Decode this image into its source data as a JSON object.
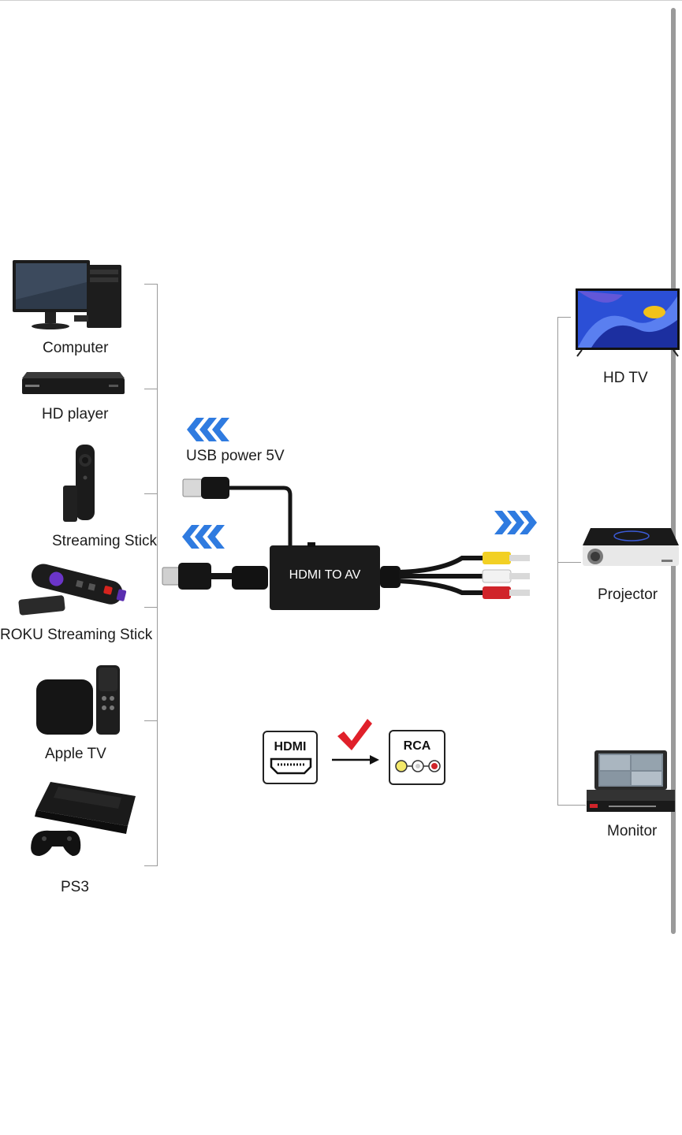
{
  "sources": [
    {
      "label": "Computer",
      "icon": "computer-icon"
    },
    {
      "label": "HD player",
      "icon": "dvd-player-icon"
    },
    {
      "label": "Streaming Stick",
      "icon": "fire-stick-icon"
    },
    {
      "label": "ROKU Streaming Stick",
      "icon": "roku-stick-icon"
    },
    {
      "label": "Apple TV",
      "icon": "apple-tv-icon"
    },
    {
      "label": "PS3",
      "icon": "ps3-icon"
    }
  ],
  "outputs": [
    {
      "label": "HD TV",
      "icon": "tv-icon"
    },
    {
      "label": "Projector",
      "icon": "projector-icon"
    },
    {
      "label": "Monitor",
      "icon": "monitor-icon"
    }
  ],
  "converter": {
    "label": "HDMI TO AV",
    "usb_label": "USB power 5V"
  },
  "conversion": {
    "from": "HDMI",
    "to": "RCA"
  },
  "colors": {
    "arrow_blue": "#2f7be0",
    "check_red": "#e0202a",
    "rca_yellow": "#f2d024",
    "rca_white": "#f2f2f2",
    "rca_red": "#d0242a"
  }
}
